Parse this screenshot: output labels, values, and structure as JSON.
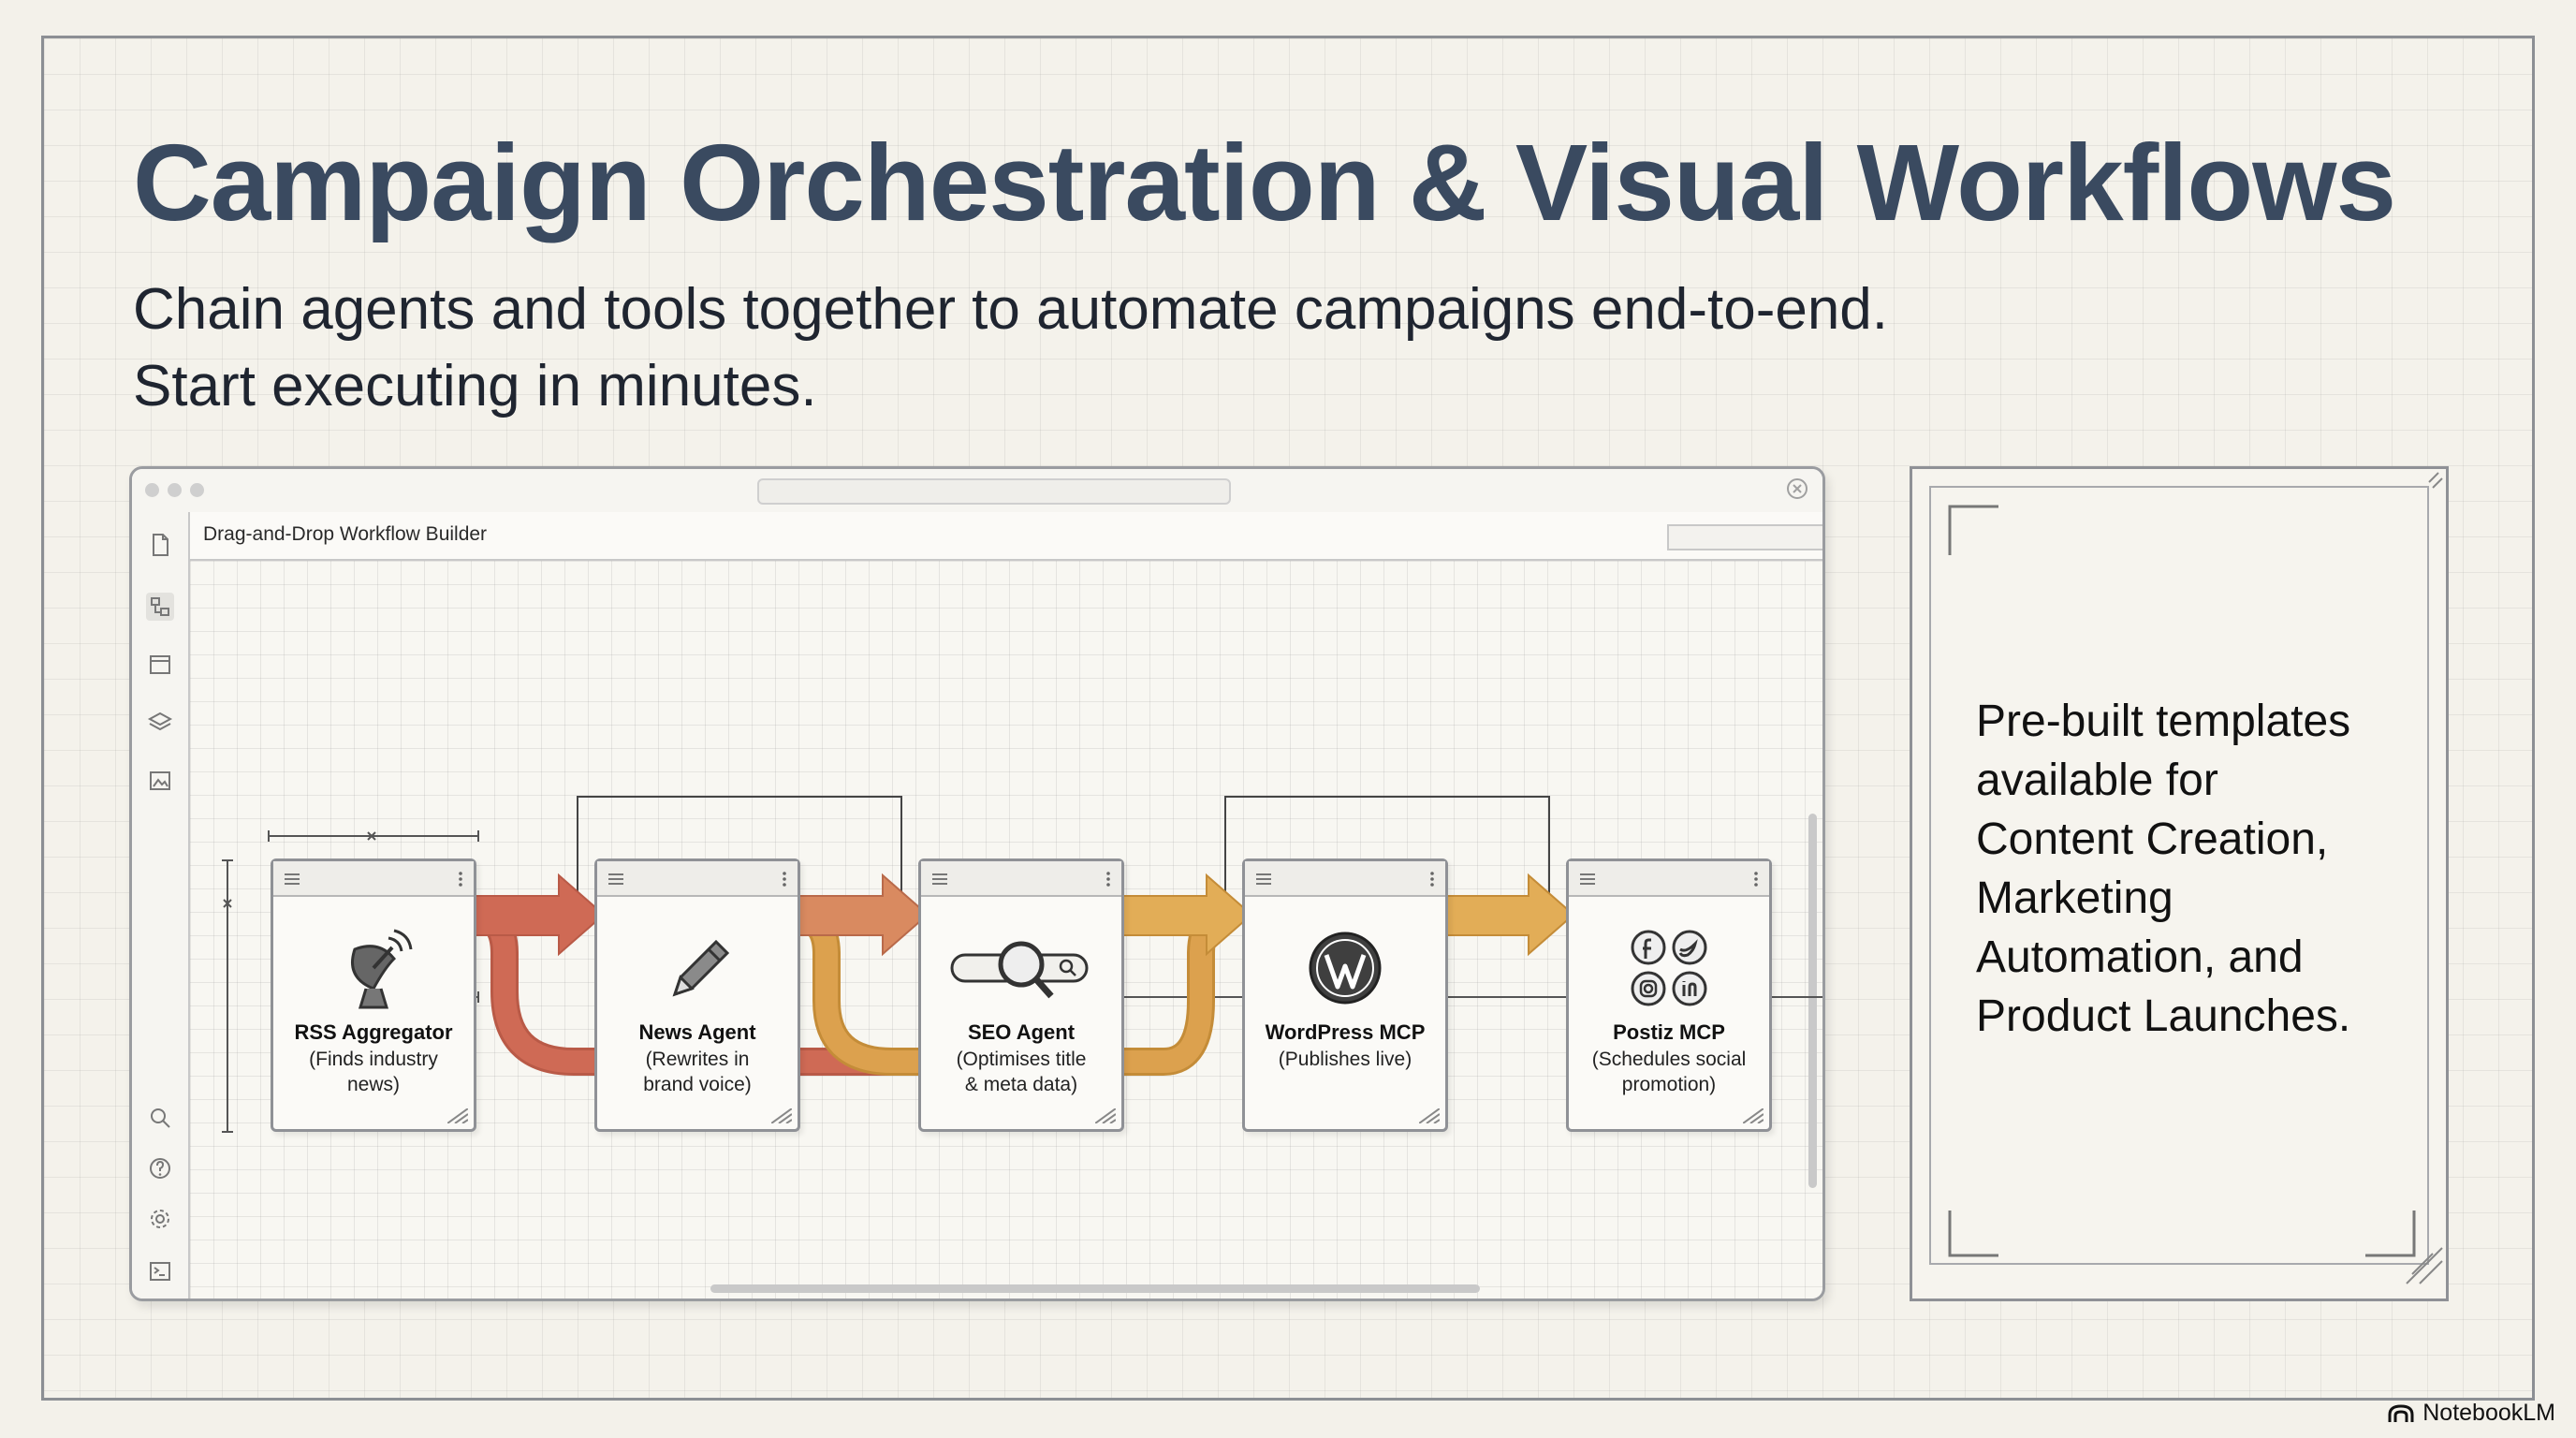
{
  "slide": {
    "title": "Campaign Orchestration & Visual Workflows",
    "subtitle_lines": [
      "Chain agents and tools together to automate campaigns end-to-end.",
      "Start executing in minutes."
    ]
  },
  "app": {
    "toolbar_title": "Drag-and-Drop Workflow Builder",
    "rail_icons": [
      "file-icon",
      "workflow-icon",
      "window-icon",
      "layers-icon",
      "image-icon",
      "search-icon",
      "help-icon",
      "settings-icon",
      "terminal-icon"
    ],
    "nodes": [
      {
        "title": "RSS Aggregator",
        "desc_lines": [
          "(Finds industry",
          "news)"
        ],
        "icon": "satellite-dish-icon"
      },
      {
        "title": "News Agent",
        "desc_lines": [
          "(Rewrites in",
          "brand voice)"
        ],
        "icon": "pencil-icon"
      },
      {
        "title": "SEO Agent",
        "desc_lines": [
          "(Optimises title",
          "& meta data)"
        ],
        "icon": "magnifier-icon"
      },
      {
        "title": "WordPress MCP",
        "desc_lines": [
          "(Publishes live)"
        ],
        "icon": "wordpress-icon"
      },
      {
        "title": "Postiz MCP",
        "desc_lines": [
          "(Schedules social",
          "promotion)"
        ],
        "icon": "social-icons"
      }
    ]
  },
  "side_panel": {
    "text_lines": [
      "Pre-built templates",
      "available for",
      "Content Creation,",
      "Marketing",
      "Automation, and",
      "Product Launches."
    ]
  },
  "brand": {
    "label": "NotebookLM"
  },
  "colors": {
    "title": "#3a4a60",
    "arrow_red": "#cf6a55",
    "arrow_orange": "#dca14e",
    "arrow_gold": "#e2ad57"
  }
}
